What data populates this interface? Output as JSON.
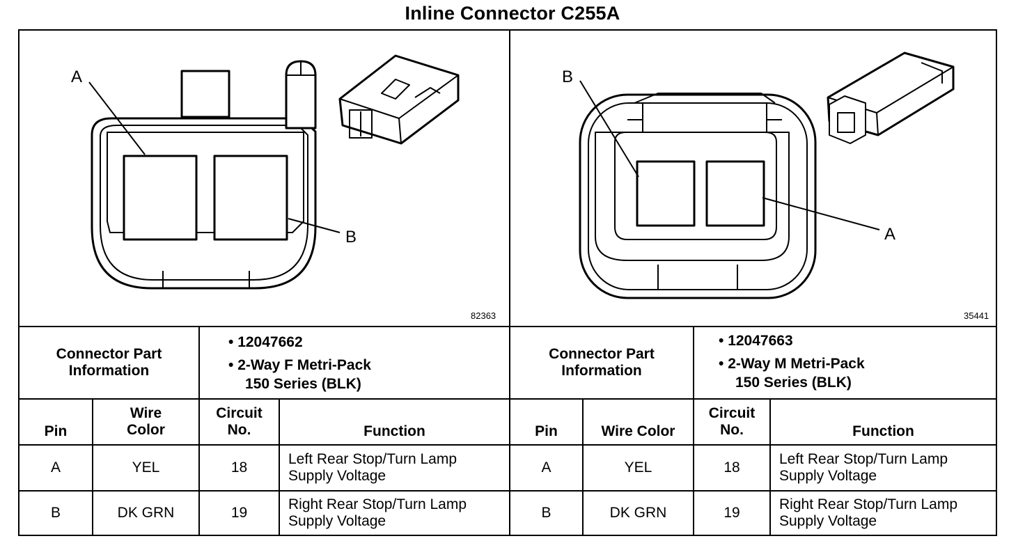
{
  "title": "Inline Connector C255A",
  "left": {
    "diagram_number": "82363",
    "labels": {
      "a": "A",
      "b": "B"
    },
    "part_info_label": [
      "Connector Part",
      "Information"
    ],
    "part_info": [
      "12047662",
      "2-Way F Metri-Pack",
      "150 Series (BLK)"
    ],
    "headers": {
      "pin": "Pin",
      "wire_color": [
        "Wire",
        "Color"
      ],
      "circuit": [
        "Circuit",
        "No."
      ],
      "function": "Function"
    },
    "rows": [
      {
        "pin": "A",
        "wire_color": "YEL",
        "circuit": "18",
        "function": [
          "Left Rear Stop/Turn Lamp",
          "Supply Voltage"
        ]
      },
      {
        "pin": "B",
        "wire_color": "DK GRN",
        "circuit": "19",
        "function": [
          "Right Rear Stop/Turn Lamp",
          "Supply Voltage"
        ]
      }
    ]
  },
  "right": {
    "diagram_number": "35441",
    "labels": {
      "a": "A",
      "b": "B"
    },
    "part_info_label": [
      "Connector Part",
      "Information"
    ],
    "part_info": [
      "12047663",
      "2-Way M Metri-Pack",
      "150 Series (BLK)"
    ],
    "headers": {
      "pin": "Pin",
      "wire_color": "Wire Color",
      "circuit": [
        "Circuit",
        "No."
      ],
      "function": "Function"
    },
    "rows": [
      {
        "pin": "A",
        "wire_color": "YEL",
        "circuit": "18",
        "function": [
          "Left Rear Stop/Turn Lamp",
          "Supply Voltage"
        ]
      },
      {
        "pin": "B",
        "wire_color": "DK GRN",
        "circuit": "19",
        "function": [
          "Right Rear Stop/Turn Lamp",
          "Supply Voltage"
        ]
      }
    ]
  }
}
